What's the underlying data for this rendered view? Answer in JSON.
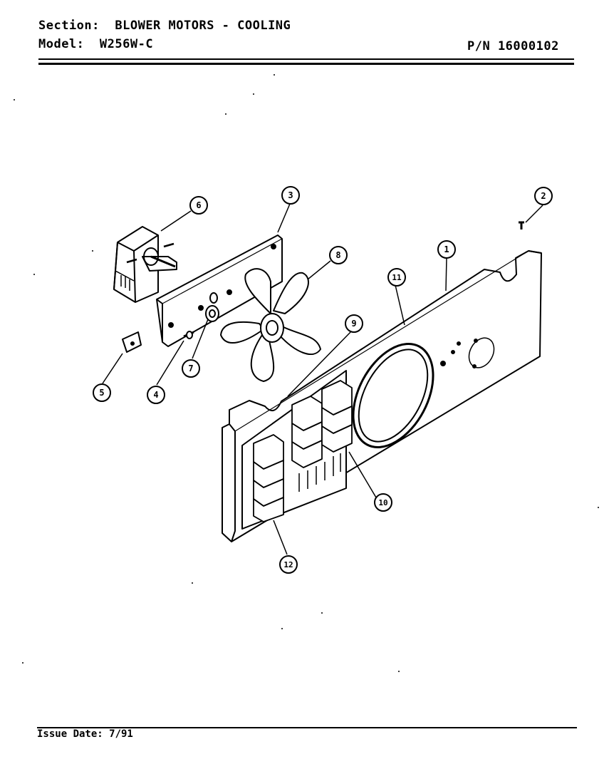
{
  "header": {
    "section_label": "Section:",
    "section_value": "BLOWER MOTORS - COOLING",
    "model_label": "Model:",
    "model_value": "W256W-C",
    "part_number": "P/N 16000102"
  },
  "callouts": [
    "1",
    "2",
    "3",
    "4",
    "5",
    "6",
    "7",
    "8",
    "9",
    "10",
    "11",
    "12"
  ],
  "footer": {
    "issue_date": "Issue Date: 7/91"
  }
}
